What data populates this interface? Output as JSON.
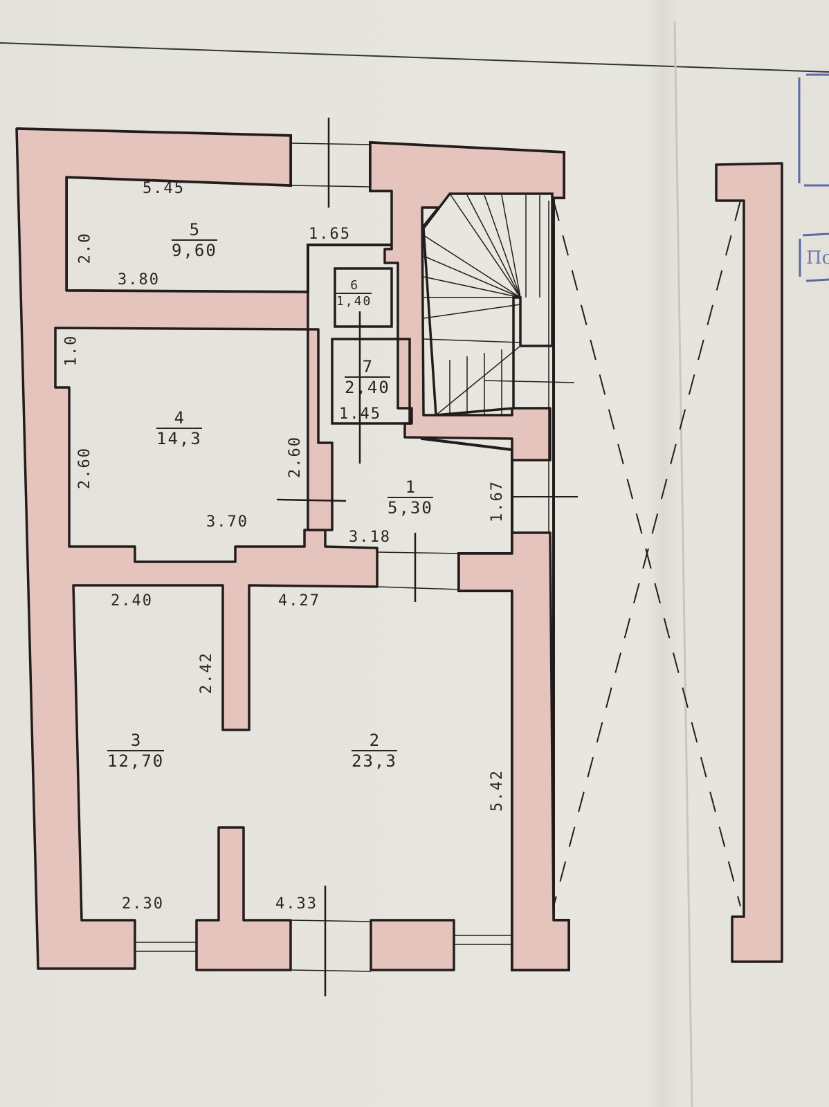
{
  "plan": {
    "rooms": [
      {
        "number": "1",
        "area": "5,30"
      },
      {
        "number": "2",
        "area": "23,3"
      },
      {
        "number": "3",
        "area": "12,70"
      },
      {
        "number": "4",
        "area": "14,3"
      },
      {
        "number": "5",
        "area": "9,60"
      },
      {
        "number": "6",
        "area": "1,40"
      },
      {
        "number": "7",
        "area": "2,40"
      }
    ],
    "dimensions": {
      "r5_top": "5.45",
      "r5_step": "1.65",
      "r5_left": "2.0",
      "r5_bottom": "3.80",
      "r7_bottom": "1.45",
      "r4_left_top": "1.0",
      "r4_left": "2.60",
      "r4_right": "2.60",
      "r4_bottom": "3.70",
      "r1_bottom": "3.18",
      "r1_right": "1.67",
      "r3_top": "2.40",
      "r2_top": "4.27",
      "partition": "2.42",
      "r3_bottom": "2.30",
      "r2_bottom": "4.33",
      "r2_right": "5.42"
    },
    "stamp_text": "По"
  },
  "colors": {
    "wall": "#e6c4be",
    "line": "#231c1c",
    "stamp": "#5a6aa8"
  }
}
